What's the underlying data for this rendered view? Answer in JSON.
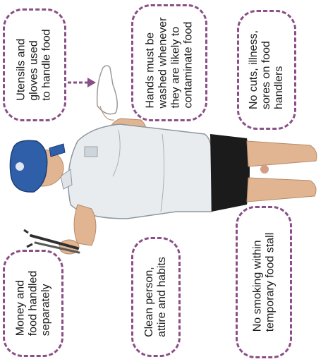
{
  "callouts": {
    "utensils_gloves": "Utensils and\ngloves used\nto handle food",
    "hands_washed": "Hands must be\nwashed whenever\nthey are likely to\ncontaminate food",
    "no_cuts": "No cuts, illness,\nsores on food\nhandlers",
    "money_food": "Money and\nfood handled\nseparately",
    "clean_person": "Clean person,\nattire and habits",
    "no_smoking": "No smoking within\ntemporary food stall"
  },
  "colors": {
    "callout_border": "#8a4f86",
    "arrow": "#8a4f86",
    "cap": "#2f5fa8",
    "shirt": "#e8ecef",
    "shorts": "#1b1b1b",
    "skin": "#e2b592"
  },
  "icons": {
    "arrow": "dashed-right-arrow",
    "person": "food-handler-figure",
    "tongs": "serving-tongs"
  }
}
